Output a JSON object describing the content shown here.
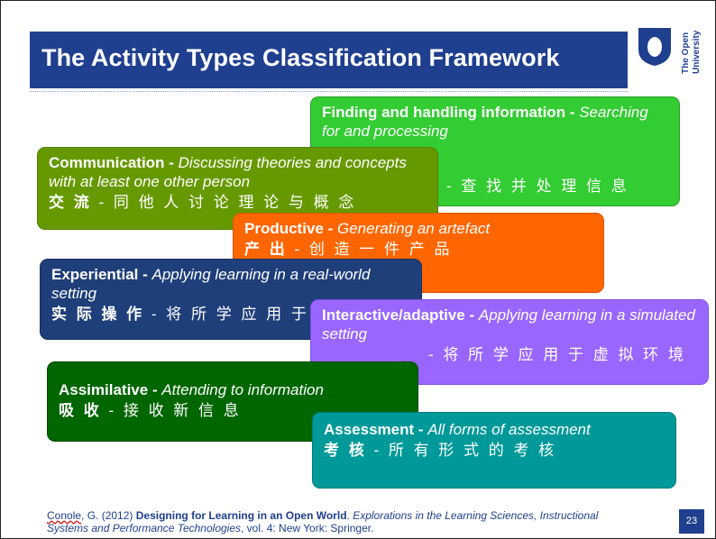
{
  "title": "The Activity Types Classification Framework",
  "logo": {
    "text": "The Open University",
    "line1": "The Open",
    "line2": "University",
    "icon": "ou-shield-icon",
    "color": "#1f3f8f"
  },
  "boxes": {
    "finding": {
      "heading": "Finding and handling information -",
      "desc": "Searching for and processing",
      "cn_head": "",
      "cn_body": "- 查 找 并 处 理 信 息",
      "color": "#33cc33"
    },
    "comm": {
      "heading": "Communication -",
      "desc": "Discussing theories and concepts with at least one other person",
      "cn_head": "交 流",
      "cn_body": " - 同 他 人 讨 论 理 论 与 概 念",
      "color": "#669900"
    },
    "prod": {
      "heading": "Productive -",
      "desc": "Generating an artefact",
      "cn_head": "产 出",
      "cn_body": " - 创 造 一 件 产 品",
      "color": "#ff6600"
    },
    "exp": {
      "heading": "Experiential -",
      "desc": "Applying learning in a real-world setting",
      "cn_head": "实 际 操 作",
      "cn_body": " - 将 所 学 应 用 于",
      "color": "#1f3f7a"
    },
    "inter": {
      "heading": "Interactive/adaptive -",
      "desc": "Applying learning in a simulated setting",
      "cn_head": "",
      "cn_body": "- 将 所 学 应 用 于 虚 拟 环 境",
      "color": "#9966ff"
    },
    "assim": {
      "heading": "Assimilative -",
      "desc": "Attending to information",
      "cn_head": "吸 收",
      "cn_body": " - 接 收 新 信 息",
      "color": "#006600"
    },
    "assess": {
      "heading": "Assessment -",
      "desc": "All forms of assessment",
      "cn_head": "考 核",
      "cn_body": " - 所 有 形 式 的 考 核",
      "color": "#009999"
    }
  },
  "citation": {
    "author": "Conole",
    "part1": ", G. (2012) ",
    "book": "Designing for Learning in an Open World",
    "part2": ". ",
    "series": "Explorations in the Learning Sciences, Instructional Systems and Performance Technologies",
    "part3": ", vol. 4: New York: Springer."
  },
  "page_number": "23"
}
